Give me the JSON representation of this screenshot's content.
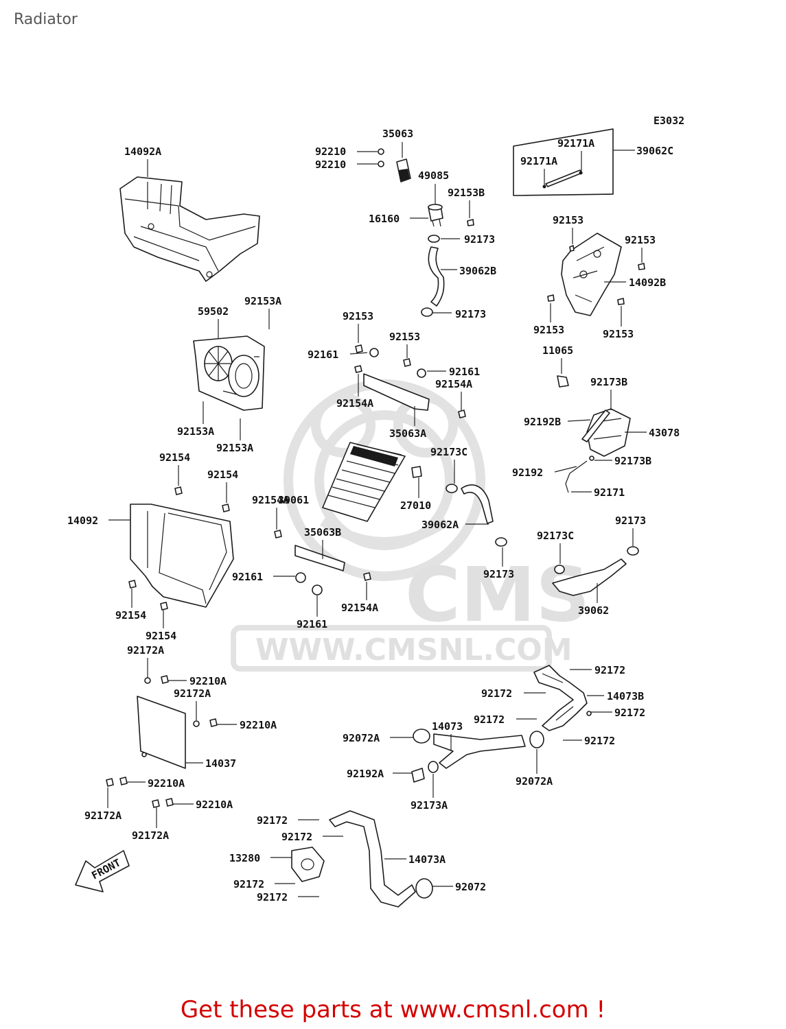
{
  "page_title": "Radiator",
  "diagram_code": "E3032",
  "footer_text": "Get these parts at www.cmsnl.com !",
  "watermark": {
    "brand": "CMS",
    "url": "WWW.CMSNL.COM"
  },
  "front_arrow_label": "FRONT",
  "part_labels": [
    "14092A",
    "35063",
    "92210",
    "92210",
    "49085",
    "92153B",
    "16160",
    "92173",
    "39062B",
    "92173",
    "92171A",
    "92171A",
    "39062C",
    "92153",
    "92153",
    "14092B",
    "92153",
    "92153",
    "59502",
    "92153A",
    "92153A",
    "92153A",
    "92153",
    "92161",
    "92154A",
    "92153",
    "92161",
    "92154A",
    "35063A",
    "11065",
    "92173B",
    "92192B",
    "43078",
    "92173B",
    "92192",
    "92171",
    "92154",
    "92154",
    "14092",
    "92154",
    "92154",
    "39061",
    "92173C",
    "27010",
    "39062A",
    "92154A",
    "35063B",
    "92161",
    "92161",
    "92154A",
    "92173",
    "92173C",
    "92173",
    "39062",
    "92172A",
    "92210A",
    "92172A",
    "92210A",
    "14037",
    "92210A",
    "92172A",
    "92210A",
    "92172A",
    "92172",
    "14073B",
    "92172",
    "92172",
    "92172",
    "92172",
    "14073",
    "92072A",
    "92192A",
    "92173A",
    "92072A",
    "92172",
    "92172",
    "13280",
    "14073A",
    "92172",
    "92172",
    "92072"
  ]
}
